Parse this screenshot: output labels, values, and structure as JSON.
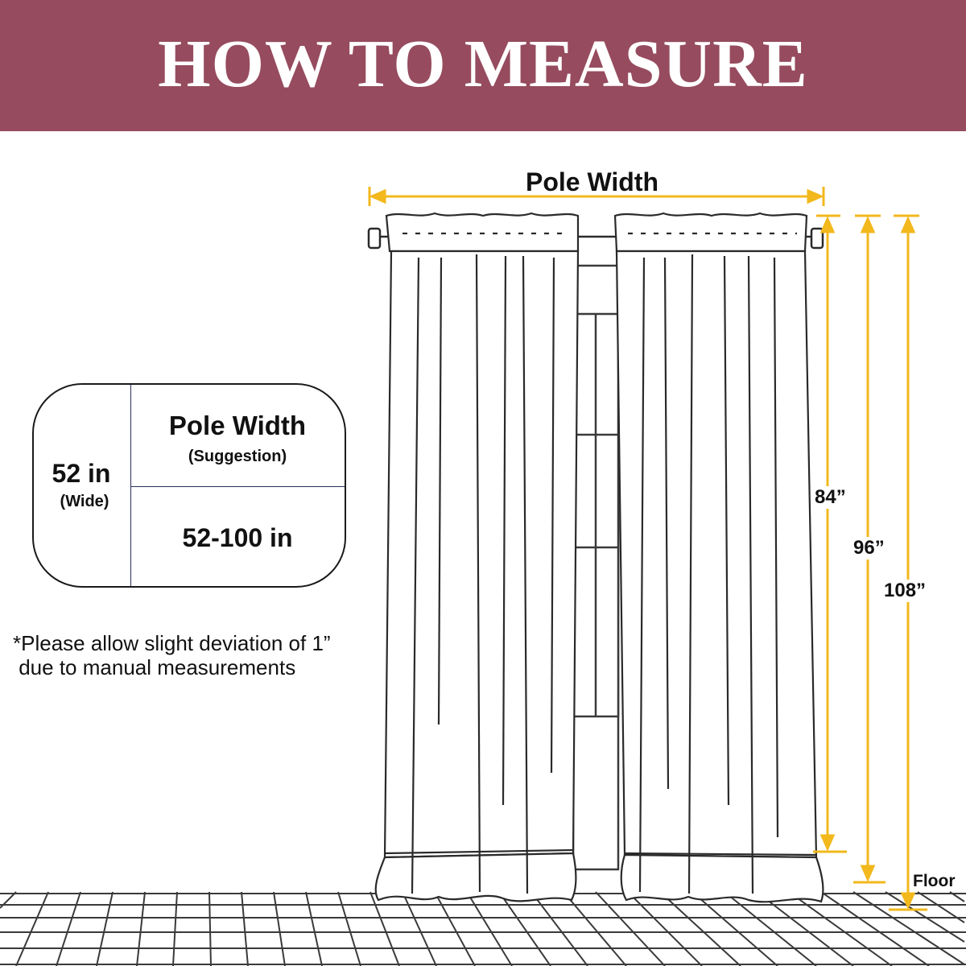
{
  "header": {
    "title": "HOW TO MEASURE"
  },
  "colors": {
    "banner": "#964b5e",
    "dimension_line": "#f2b81c",
    "ink": "#1a1a1a"
  },
  "diagram": {
    "pole_width_label": "Pole Width",
    "length_labels": [
      "84”",
      "96”",
      "108”"
    ],
    "floor_label": "Floor"
  },
  "spec_card": {
    "width_value": "52 in",
    "width_caption": "(Wide)",
    "pole_heading": "Pole Width",
    "pole_caption": "(Suggestion)",
    "pole_range": "52-100 in"
  },
  "note": {
    "line1": "*Please allow slight deviation of 1”",
    "line2": " due to manual measurements"
  }
}
